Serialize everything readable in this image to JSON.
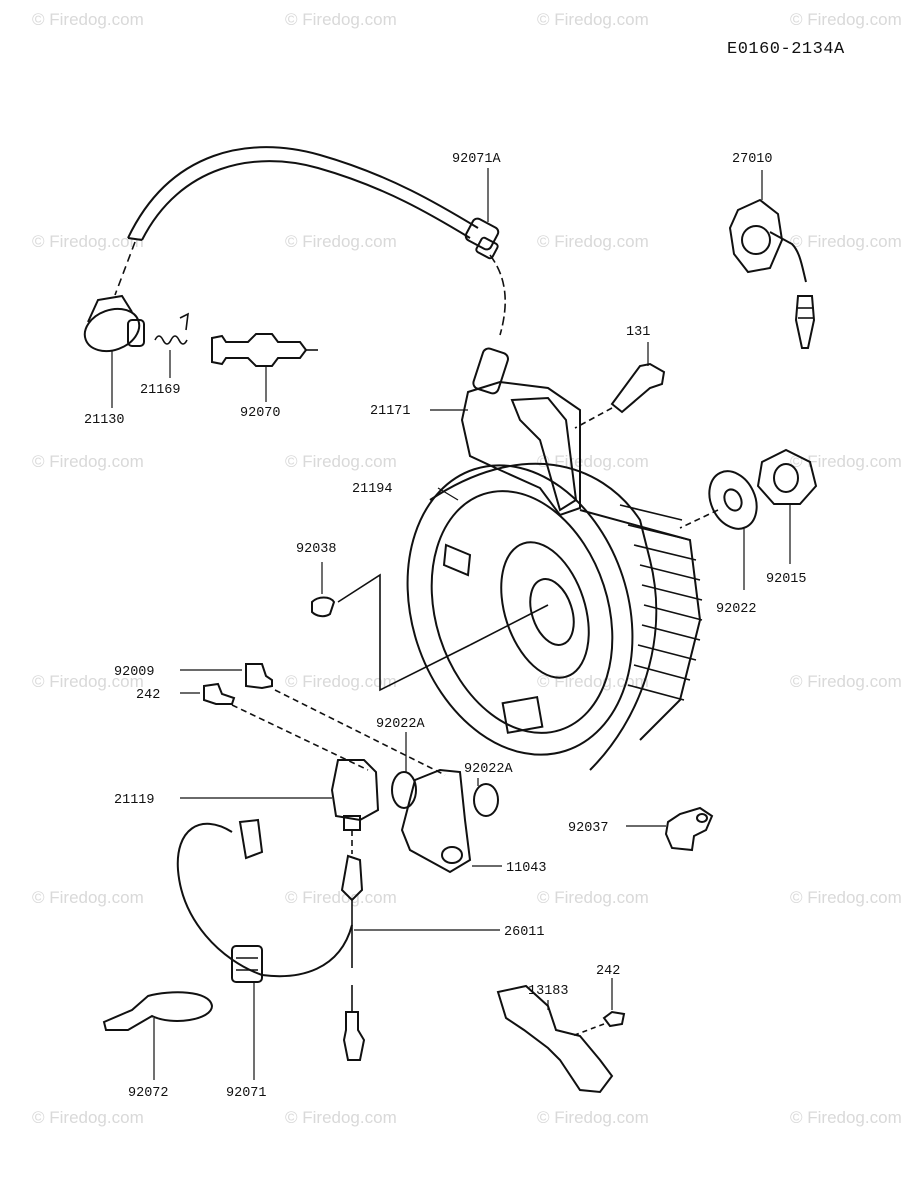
{
  "diagram_code": "E0160-2134A",
  "watermark": "© Firedog.com",
  "parts": [
    {
      "id": "p1",
      "label": "92071A"
    },
    {
      "id": "p2",
      "label": "27010"
    },
    {
      "id": "p3",
      "label": "131"
    },
    {
      "id": "p4",
      "label": "21169"
    },
    {
      "id": "p5",
      "label": "21130"
    },
    {
      "id": "p6",
      "label": "92070"
    },
    {
      "id": "p7",
      "label": "21171"
    },
    {
      "id": "p8",
      "label": "21194"
    },
    {
      "id": "p9",
      "label": "92038"
    },
    {
      "id": "p10",
      "label": "92022"
    },
    {
      "id": "p11",
      "label": "92015"
    },
    {
      "id": "p12",
      "label": "92009"
    },
    {
      "id": "p13",
      "label": "242"
    },
    {
      "id": "p14",
      "label": "92022A"
    },
    {
      "id": "p15",
      "label": "92022A"
    },
    {
      "id": "p16",
      "label": "21119"
    },
    {
      "id": "p17",
      "label": "11043"
    },
    {
      "id": "p18",
      "label": "92037"
    },
    {
      "id": "p19",
      "label": "26011"
    },
    {
      "id": "p20",
      "label": "242"
    },
    {
      "id": "p21",
      "label": "13183"
    },
    {
      "id": "p22",
      "label": "92072"
    },
    {
      "id": "p23",
      "label": "92071"
    }
  ]
}
